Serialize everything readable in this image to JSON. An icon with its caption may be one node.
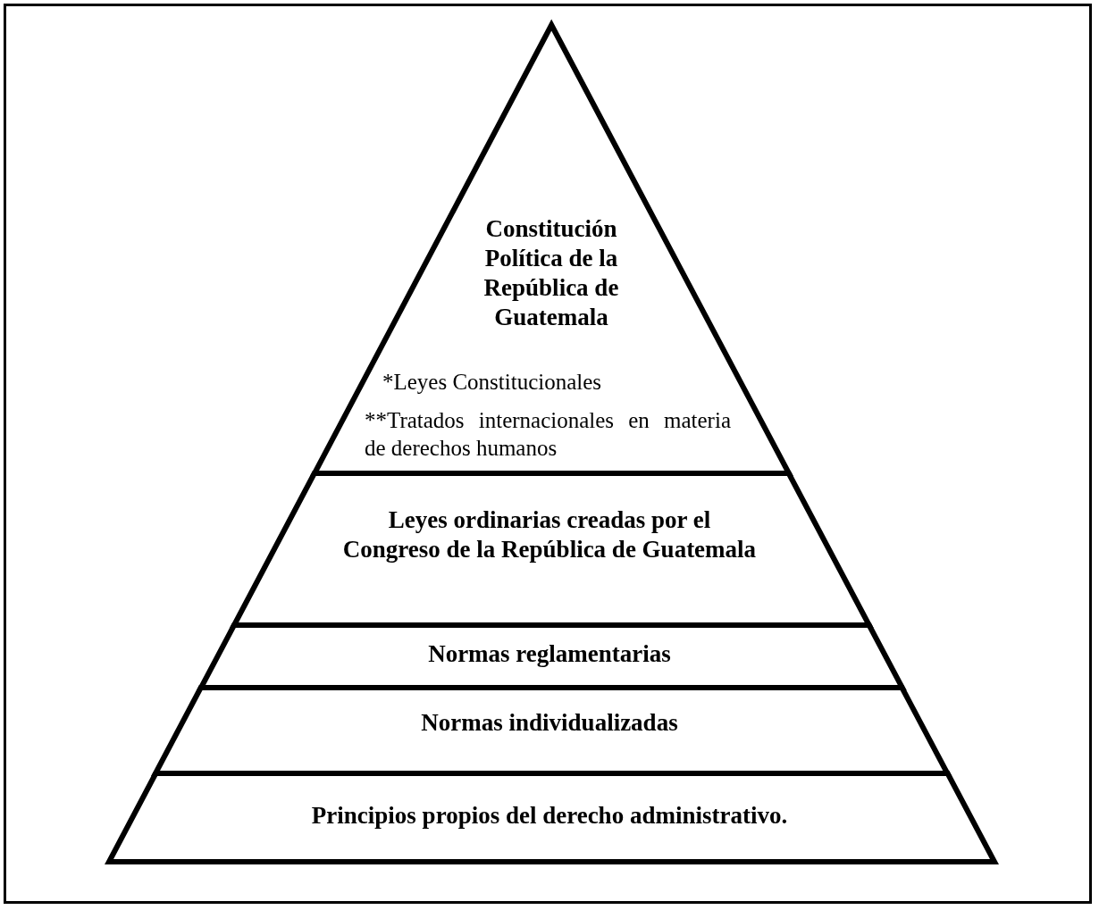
{
  "diagram": {
    "nodes": [
      {
        "text": [
          "Constitución Política de la República de Guatemala",
          "*Leyes Constitucionales",
          "**Tratados internacionales en materia de derechos humanos"
        ]
      },
      {
        "text": [
          "Leyes ordinarias creadas por el Congreso de la República de Guatemala"
        ]
      },
      {
        "text": [
          "Normas reglamentarias"
        ]
      },
      {
        "text": [
          "Normas individualizadas"
        ]
      },
      {
        "text": [
          "Principios propios del derecho administrativo."
        ]
      }
    ]
  }
}
